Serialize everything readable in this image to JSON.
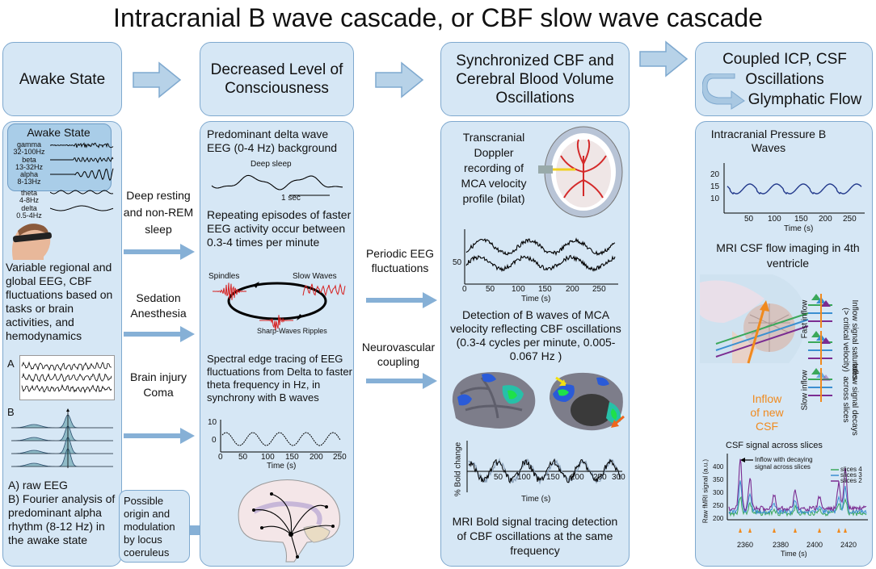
{
  "title": "Intracranial B wave cascade, or CBF slow wave cascade",
  "headers": {
    "awake": "Awake State",
    "decreased": "Decreased Level of Consciousness",
    "synchronized": "Synchronized CBF and Cerebral Blood Volume Oscillations",
    "coupled_1": "Coupled ICP, CSF",
    "coupled_2": "Oscillations",
    "coupled_3": "Glymphatic Flow"
  },
  "col1": {
    "inset_title": "Awake State",
    "bands": [
      {
        "name": "gamma",
        "range": "32-100Hz"
      },
      {
        "name": "beta",
        "range": "13-32Hz"
      },
      {
        "name": "alpha",
        "range": "8-13Hz"
      },
      {
        "name": "theta",
        "range": "4-8Hz"
      },
      {
        "name": "delta",
        "range": "0.5-4Hz"
      }
    ],
    "desc": "Variable regional and global EEG, CBF fluctuations based on tasks or brain activities, and hemodynamics",
    "label_a": "A",
    "label_b": "B",
    "caption": "A) raw EEG\nB) Fourier analysis of predominant alpha rhythm (8-12 Hz) in the awake state"
  },
  "arrows1": {
    "a1": "Deep resting and non-REM sleep",
    "a2": "Sedation Anesthesia",
    "a3": "Brain injury Coma",
    "origin": "Possible origin and modulation by locus coeruleus"
  },
  "col2": {
    "t1": "Predominant  delta wave EEG (0-4 Hz) background",
    "deep_sleep": "Deep sleep",
    "scale": "1 sec",
    "t2": "Repeating episodes of faster EEG activity occur between 0.3-4 times per minute",
    "spindles": "Spindles",
    "slow_waves": "Slow Waves",
    "ripples": "Sharp-Waves Ripples",
    "t3": "Spectral edge tracing of EEG fluctuations from Delta to faster theta frequency in Hz, in synchrony with B waves",
    "chart_y": [
      "10",
      "0"
    ],
    "chart_x": [
      "0",
      "50",
      "100",
      "150",
      "200",
      "250"
    ],
    "chart_xlabel": "Time (s)"
  },
  "arrows2": {
    "a1": "Periodic EEG fluctuations",
    "a2": "Neurovascular coupling"
  },
  "col3": {
    "tcd": "Transcranial Doppler recording of MCA velocity profile (bilat)",
    "chart1_y": "50",
    "chart1_x": [
      "0",
      "50",
      "100",
      "150",
      "200",
      "250"
    ],
    "chart1_xlabel": "Time (s)",
    "detect": "Detection of B waves of MCA velocity reflecting CBF oscillations (0.3-4 cycles per minute, 0.005-0.067 Hz )",
    "chart2_ylabel": "% Bold change",
    "chart2_x": [
      "50",
      "100",
      "150",
      "200",
      "250",
      "300"
    ],
    "chart2_xlabel": "Time (s)",
    "mri": "MRI Bold signal tracing detection of CBF oscillations at the same frequency"
  },
  "col4": {
    "icp_title": "Intracranial Pressure  B Waves",
    "icp_y": [
      "20",
      "15",
      "10"
    ],
    "icp_x": [
      "50",
      "100",
      "150",
      "200",
      "250"
    ],
    "icp_xlabel": "Time (s)",
    "mri_title": "MRI CSF flow imaging in 4th ventricle",
    "inflow": "Inflow of new CSF",
    "fast": "Fast inflow",
    "slow": "Slow inflow",
    "sat": "Inflow signal saturates (> critical velocity)",
    "decay": "Inflow signal decays across slices",
    "csf_title": "CSF signal across slices",
    "csf_ylabel": "Raw fMRI signal (a.u.)",
    "csf_y": [
      "400",
      "350",
      "300",
      "250",
      "200"
    ],
    "csf_x": [
      "2360",
      "2380",
      "2400",
      "2420"
    ],
    "csf_xlabel": "Time (s)",
    "csf_annot": "Inflow with decaying signal across slices",
    "legend": [
      "slices 4",
      "slices 3",
      "slices 2"
    ]
  },
  "colors": {
    "box": "#d6e7f5",
    "border": "#7fa9cf",
    "arrow": "#7aa7d0",
    "slice4": "#3aa85a",
    "slice3": "#3b8fd1",
    "slice2": "#7b2c91"
  }
}
